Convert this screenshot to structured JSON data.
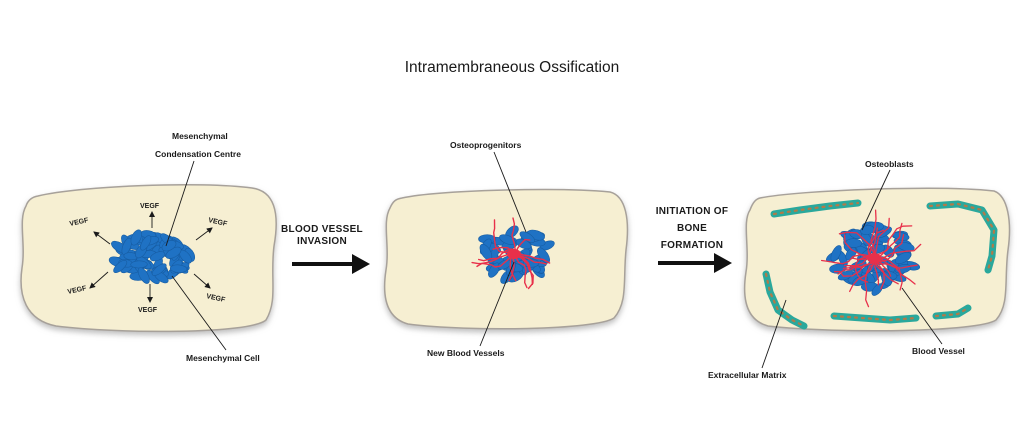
{
  "title": "Intramembraneous Ossification",
  "panel1": {
    "label_top_line1": "Mesenchymal",
    "label_top_line2": "Condensation Centre",
    "label_bottom": "Mesenchymal Cell",
    "vegf": "VEGF"
  },
  "arrow1": {
    "line1": "BLOOD VESSEL",
    "line2": "INVASION"
  },
  "panel2": {
    "label_top": "Osteoprogenitors",
    "label_bottom": "New Blood Vessels"
  },
  "arrow2": {
    "line1": "INITIATION OF",
    "line2": "BONE",
    "line3": "FORMATION"
  },
  "panel3": {
    "label_top": "Osteoblasts",
    "label_left": "Extracellular Matrix",
    "label_right": "Blood Vessel"
  },
  "colors": {
    "tissue": "#f6efd2",
    "tissue_edge": "#a7a19a",
    "cell": "#1f72c4",
    "cell_dark": "#175da3",
    "vessel": "#e8304a",
    "matrix": "#2aa89c",
    "matrix_dot": "#b07a4a",
    "text": "#1a1a1a"
  }
}
